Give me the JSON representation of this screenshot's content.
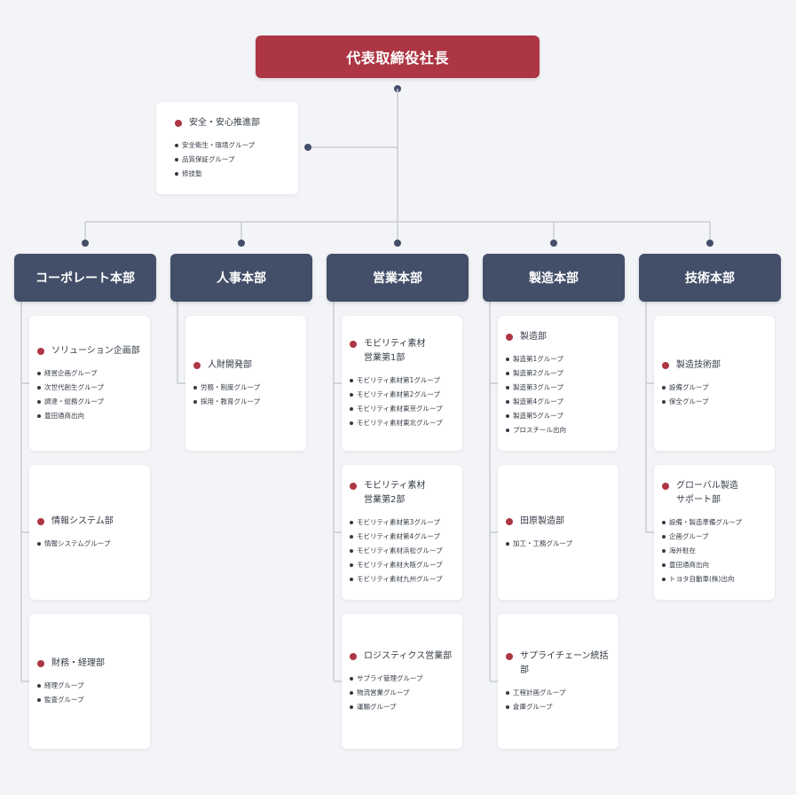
{
  "top": {
    "label": "代表取締役社長"
  },
  "safety": {
    "name": "安全・安心推進部",
    "groups": [
      "安全衛生・環境グループ",
      "品質保証グループ",
      "修技塾"
    ]
  },
  "divisions": [
    {
      "name": "コーポレート本部",
      "departments": [
        {
          "name": "ソリューション企画部",
          "groups": [
            "経営企画グループ",
            "次世代創生グループ",
            "調達・総務グループ",
            "豊田通商出向"
          ]
        },
        {
          "name": "情報システム部",
          "groups": [
            "情報システムグループ"
          ]
        },
        {
          "name": "財務・経理部",
          "groups": [
            "経理グループ",
            "監査グループ"
          ]
        }
      ]
    },
    {
      "name": "人事本部",
      "departments": [
        {
          "name": "人財開発部",
          "groups": [
            "労務・制度グループ",
            "採用・教育グループ"
          ]
        }
      ]
    },
    {
      "name": "営業本部",
      "departments": [
        {
          "name": "モビリティ素材\n営業第1部",
          "groups": [
            "モビリティ素材第1グループ",
            "モビリティ素材第2グループ",
            "モビリティ素材東京グループ",
            "モビリティ素材東北グループ"
          ]
        },
        {
          "name": "モビリティ素材\n営業第2部",
          "groups": [
            "モビリティ素材第3グループ",
            "モビリティ素材第4グループ",
            "モビリティ素材浜松グループ",
            "モビリティ素材大阪グループ",
            "モビリティ素材九州グループ"
          ]
        },
        {
          "name": "ロジスティクス営業部",
          "groups": [
            "サプライ管理グループ",
            "物流営業グループ",
            "運輸グループ"
          ]
        }
      ]
    },
    {
      "name": "製造本部",
      "departments": [
        {
          "name": "製造部",
          "groups": [
            "製造第1グループ",
            "製造第2グループ",
            "製造第3グループ",
            "製造第4グループ",
            "製造第5グループ",
            "プロスチール出向"
          ]
        },
        {
          "name": "田原製造部",
          "groups": [
            "加工・工務グループ"
          ]
        },
        {
          "name": "サプライチェーン統括部",
          "groups": [
            "工程計画グループ",
            "倉庫グループ"
          ]
        }
      ]
    },
    {
      "name": "技術本部",
      "departments": [
        {
          "name": "製造技術部",
          "groups": [
            "設備グループ",
            "保全グループ"
          ]
        },
        {
          "name": "グローバル製造\nサポート部",
          "groups": [
            "設備・製造準備グループ",
            "企画グループ",
            "海外駐在",
            "豊田通商出向",
            "トヨタ自動車(株)出向"
          ]
        }
      ]
    }
  ],
  "colors": {
    "top": "#ad3644",
    "division": "#434f68",
    "accent_dot": "#ad3644",
    "connector": "#c9ccd2",
    "node_dot": "#434f68"
  }
}
